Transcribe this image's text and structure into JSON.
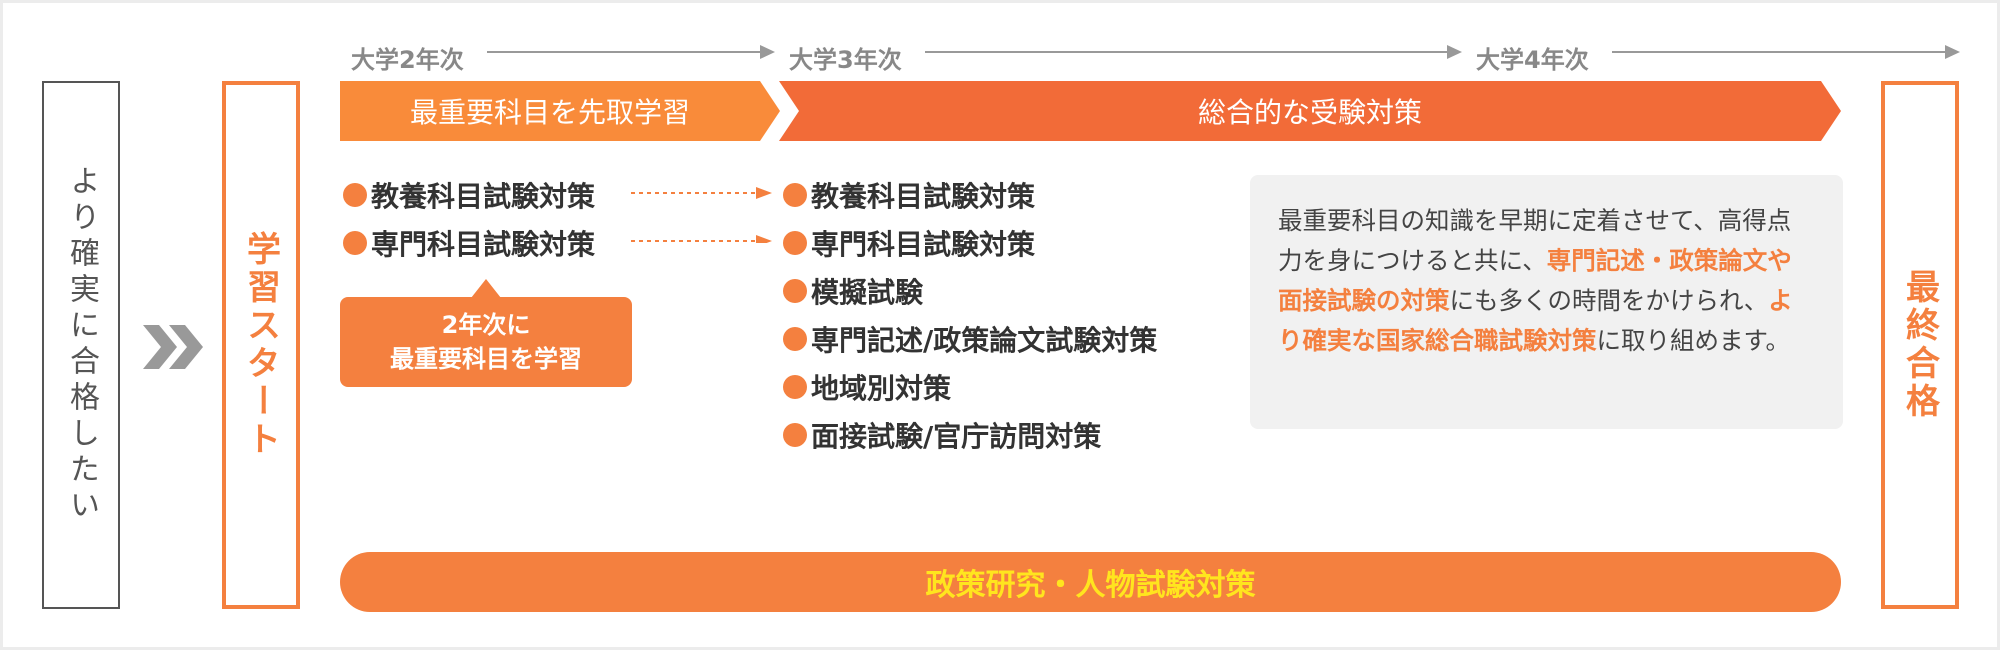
{
  "left_box": {
    "text": "より確実に合格したい"
  },
  "chevrons_icon": "double-chevron-right-icon",
  "start_box": {
    "text": "学習スタート"
  },
  "final_box": {
    "text": "最終合格"
  },
  "timeline": {
    "years": [
      "大学2年次",
      "大学3年次",
      "大学4年次"
    ]
  },
  "phases": [
    {
      "label": "最重要科目を先取学習"
    },
    {
      "label": "総合的な受験対策"
    }
  ],
  "year2_items": [
    "教養科目試験対策",
    "専門科目試験対策"
  ],
  "year3_items": [
    "教養科目試験対策",
    "専門科目試験対策",
    "模擬試験",
    "専門記述/政策論文試験対策",
    "地域別対策",
    "面接試験/官庁訪問対策"
  ],
  "bubble": {
    "line1": "2年次に",
    "line2": "最重要科目を学習"
  },
  "note": {
    "seg1": "最重要科目の知識を早期に定着させて、高得点力を身につけると共に、",
    "hl1": "専門記述・政策論文や面接試験の対策",
    "seg2": "にも多くの時間をかけられ、",
    "hl2": "より確実な国家総合職試験対策",
    "seg3": "に取り組めます。"
  },
  "bottom_bar": {
    "label": "政策研究・人物試験対策"
  },
  "colors": {
    "accent": "#f4803f",
    "accent_light": "#f98b3a",
    "highlight_text": "#ffe51e",
    "gray": "#888888"
  }
}
